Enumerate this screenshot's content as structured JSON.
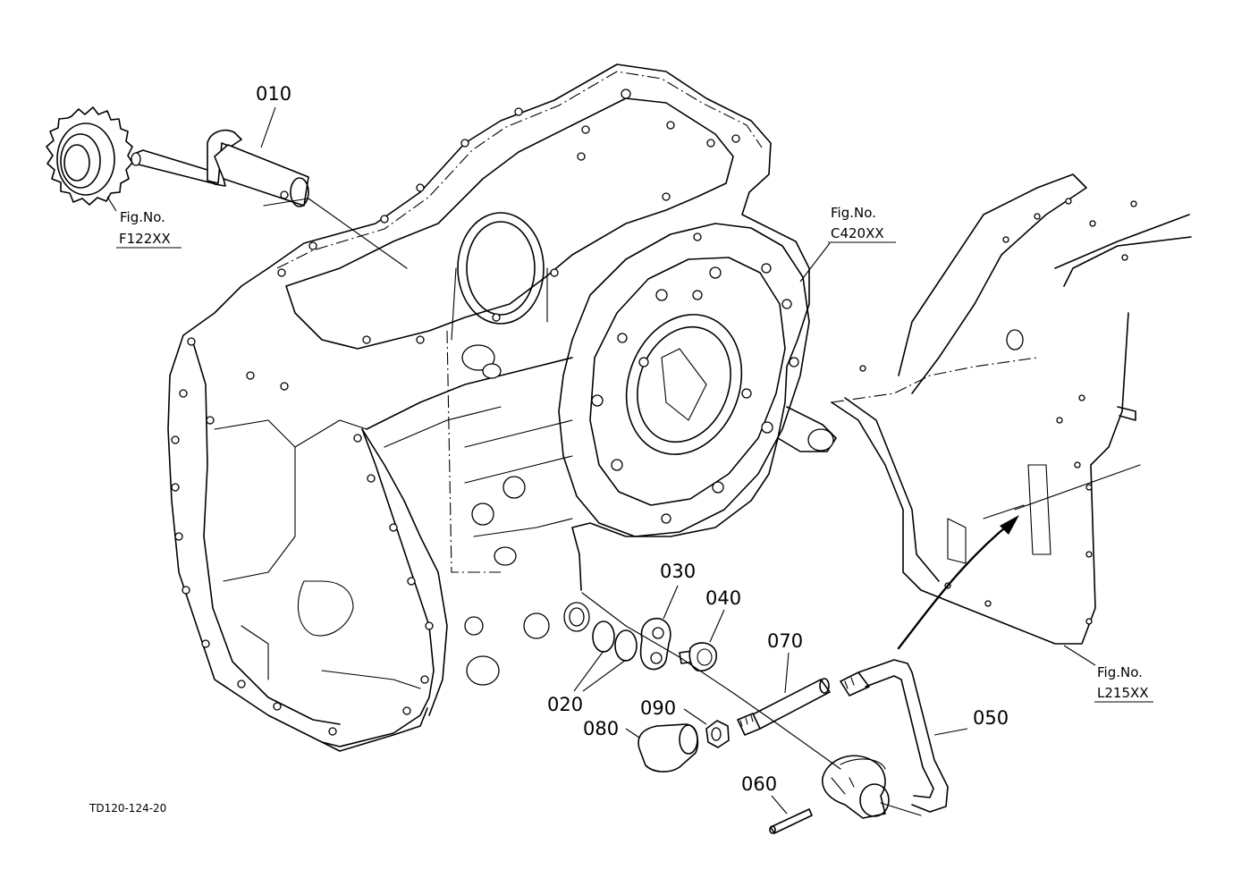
{
  "diagram": {
    "drawing_code": "TD120-124-20",
    "part_callouts": [
      "010",
      "020",
      "030",
      "040",
      "050",
      "060",
      "070",
      "080",
      "090"
    ],
    "figure_references": [
      {
        "label": "Fig.No.",
        "number": "F122XX"
      },
      {
        "label": "Fig.No.",
        "number": "C420XX"
      },
      {
        "label": "Fig.No.",
        "number": "L215XX"
      }
    ]
  }
}
